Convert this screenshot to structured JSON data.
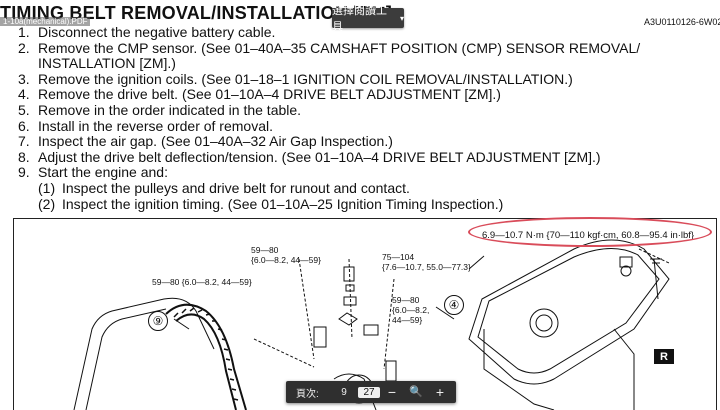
{
  "document": {
    "title": "TIMING BELT REMOVAL/INSTALLATION [ZM]",
    "filename": "1-10a(mechanical).PDF",
    "doc_number": "A3U0110126-6W02"
  },
  "toolbar": {
    "tools_label": "選擇閱讀工具",
    "caret": "▾"
  },
  "steps": [
    {
      "n": "1.",
      "text": "Disconnect the negative battery cable."
    },
    {
      "n": "2.",
      "text": "Remove the CMP sensor. (See 01–40A–35 CAMSHAFT POSITION (CMP) SENSOR REMOVAL/"
    },
    {
      "n": "",
      "text": "INSTALLATION [ZM].)"
    },
    {
      "n": "3.",
      "text": "Remove the ignition coils. (See 01–18–1 IGNITION COIL REMOVAL/INSTALLATION.)"
    },
    {
      "n": "4.",
      "text": "Remove the drive belt. (See 01–10A–4 DRIVE BELT ADJUSTMENT [ZM].)"
    },
    {
      "n": "5.",
      "text": "Remove in the order indicated in the table."
    },
    {
      "n": "6.",
      "text": "Install in the reverse order of removal."
    },
    {
      "n": "7.",
      "text": "Inspect the air gap. (See 01–40A–32 Air Gap Inspection.)"
    },
    {
      "n": "8.",
      "text": "Adjust the drive belt deflection/tension. (See 01–10A–4 DRIVE BELT ADJUSTMENT [ZM].)"
    },
    {
      "n": "9.",
      "text": "Start the engine and:"
    }
  ],
  "substeps": [
    {
      "n": "(1)",
      "text": "Inspect the pulleys and drive belt for runout and contact."
    },
    {
      "n": "(2)",
      "text": "Inspect the ignition timing. (See 01–10A–25 Ignition Timing Inspection.)"
    }
  ],
  "figure": {
    "torque_top": "6.9—10.7 N·m {70—110 kgf·cm, 60.8—95.4 in·lbf}",
    "torque_a_line1": "59—80",
    "torque_a_line2": "{6.0—8.2, 44—59}",
    "torque_b": "59—80 {6.0—8.2, 44—59}",
    "torque_c_line1": "75—104",
    "torque_c_line2": "{7.6—10.7, 55.0—77.3}",
    "torque_d_line1": "59—80",
    "torque_d_line2": "{6.0—8.2,",
    "torque_d_line3": "44—59}",
    "callout_9": "⑨",
    "callout_4": "④",
    "r_label": "R"
  },
  "pager": {
    "label": "頁次:",
    "current": "9",
    "total": "27",
    "zoom_out": "−",
    "search": "🔍",
    "zoom_in": "+"
  }
}
